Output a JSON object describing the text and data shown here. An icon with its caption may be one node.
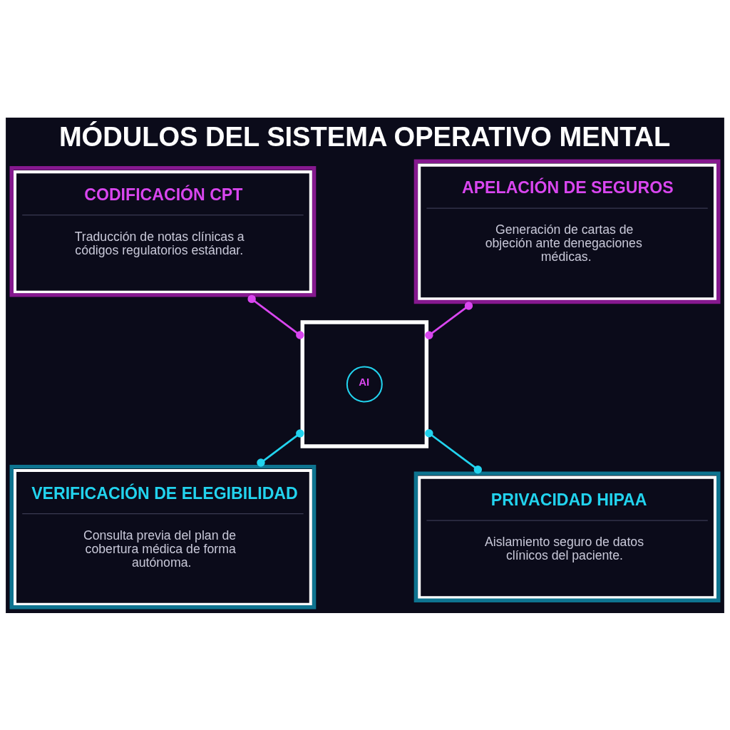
{
  "diagram": {
    "title": "MÓDULOS DEL SISTEMA OPERATIVO MENTAL",
    "nodes": [
      {
        "text": [
          "CODIFICACIÓN CPT",
          "Traducción de notas clínicas a códigos regulatorios estándar."
        ]
      },
      {
        "text": [
          "APELACIÓN DE SEGUROS",
          "Generación de cartas de objeción ante denegaciones médicas."
        ]
      },
      {
        "text": [],
        "shape": "box"
      },
      {
        "text": [
          "AI"
        ],
        "in": 2
      },
      {
        "text": [
          "VERIFICACIÓN DE ELEGIBILIDAD",
          "Consulta previa del plan de cobertura médica de forma autónoma."
        ]
      },
      {
        "text": [
          "PRIVACIDAD HIPAA",
          "Aislamiento seguro de datos clínicos del paciente."
        ]
      }
    ],
    "edges": [
      {
        "from": 0,
        "to": 2,
        "arrow": "other",
        "color": "#d946ef"
      },
      {
        "from": 1,
        "to": 2,
        "arrow": "other",
        "color": "#d946ef"
      },
      {
        "from": 2,
        "to": 4,
        "arrow": "other",
        "color": "#22d3ee"
      },
      {
        "from": 2,
        "to": 5,
        "arrow": "other",
        "color": "#22d3ee"
      }
    ]
  }
}
